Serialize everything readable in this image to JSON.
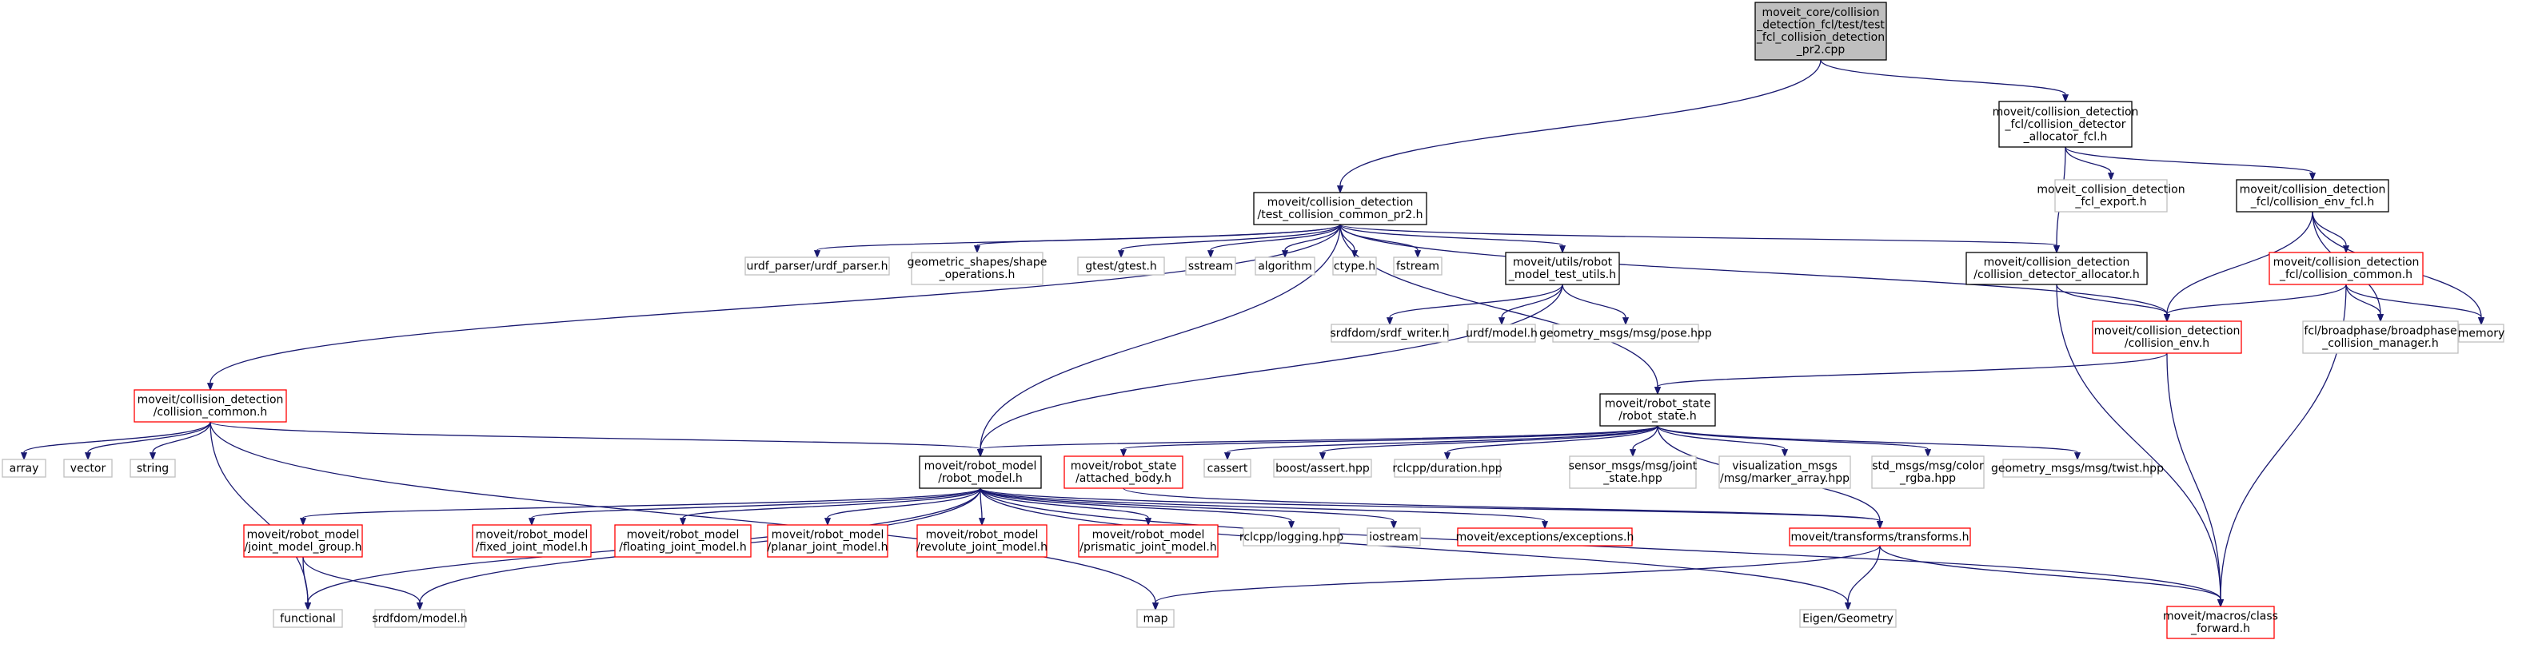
{
  "colors": {
    "edge": "#191970",
    "root_fill": "#bfbfbf",
    "red_border": "#ff0000",
    "grey_border": "#bfbfbf",
    "black_border": "#000000"
  },
  "nodes": [
    {
      "id": "root",
      "kind": "root",
      "lines": [
        "moveit_core/collision",
        "_detection_fcl/test/test",
        "_fcl_collision_detection",
        "_pr2.cpp"
      ]
    },
    {
      "id": "allocfcl",
      "kind": "local",
      "lines": [
        "moveit/collision_detection",
        "_fcl/collision_detector",
        "_allocator_fcl.h"
      ]
    },
    {
      "id": "testcommon",
      "kind": "local",
      "lines": [
        "moveit/collision_detection",
        "/test_collision_common_pr2.h"
      ]
    },
    {
      "id": "fclexport",
      "kind": "ext",
      "lines": [
        "moveit_collision_detection",
        "_fcl_export.h"
      ]
    },
    {
      "id": "envfcl",
      "kind": "local",
      "lines": [
        "moveit/collision_detection",
        "_fcl/collision_env_fcl.h"
      ]
    },
    {
      "id": "urdfparser",
      "kind": "ext",
      "lines": [
        "urdf_parser/urdf_parser.h"
      ]
    },
    {
      "id": "geomshapes",
      "kind": "ext",
      "lines": [
        "geometric_shapes/shape",
        "_operations.h"
      ]
    },
    {
      "id": "gtest",
      "kind": "ext",
      "lines": [
        "gtest/gtest.h"
      ]
    },
    {
      "id": "sstream",
      "kind": "ext",
      "lines": [
        "sstream"
      ]
    },
    {
      "id": "algorithm",
      "kind": "ext",
      "lines": [
        "algorithm"
      ]
    },
    {
      "id": "ctype",
      "kind": "ext",
      "lines": [
        "ctype.h"
      ]
    },
    {
      "id": "fstream",
      "kind": "ext",
      "lines": [
        "fstream"
      ]
    },
    {
      "id": "rmtestutils",
      "kind": "local",
      "lines": [
        "moveit/utils/robot",
        "_model_test_utils.h"
      ]
    },
    {
      "id": "detalloc",
      "kind": "local",
      "lines": [
        "moveit/collision_detection",
        "/collision_detector_allocator.h"
      ]
    },
    {
      "id": "fclcommon",
      "kind": "red",
      "lines": [
        "moveit/collision_detection",
        "_fcl/collision_common.h"
      ]
    },
    {
      "id": "srdfwriter",
      "kind": "ext",
      "lines": [
        "srdfdom/srdf_writer.h"
      ]
    },
    {
      "id": "urdfmodel",
      "kind": "ext",
      "lines": [
        "urdf/model.h"
      ]
    },
    {
      "id": "geopose",
      "kind": "ext",
      "lines": [
        "geometry_msgs/msg/pose.hpp"
      ]
    },
    {
      "id": "collenv",
      "kind": "red",
      "lines": [
        "moveit/collision_detection",
        "/collision_env.h"
      ]
    },
    {
      "id": "broadphase",
      "kind": "ext",
      "lines": [
        "fcl/broadphase/broadphase",
        "_collision_manager.h"
      ]
    },
    {
      "id": "memory",
      "kind": "ext",
      "lines": [
        "memory"
      ]
    },
    {
      "id": "collcommon",
      "kind": "red",
      "lines": [
        "moveit/collision_detection",
        "/collision_common.h"
      ]
    },
    {
      "id": "robotstate",
      "kind": "local",
      "lines": [
        "moveit/robot_state",
        "/robot_state.h"
      ]
    },
    {
      "id": "array",
      "kind": "ext",
      "lines": [
        "array"
      ]
    },
    {
      "id": "vector",
      "kind": "ext",
      "lines": [
        "vector"
      ]
    },
    {
      "id": "string",
      "kind": "ext",
      "lines": [
        "string"
      ]
    },
    {
      "id": "robotmodel",
      "kind": "local",
      "lines": [
        "moveit/robot_model",
        "/robot_model.h"
      ]
    },
    {
      "id": "attached",
      "kind": "red",
      "lines": [
        "moveit/robot_state",
        "/attached_body.h"
      ]
    },
    {
      "id": "cassert",
      "kind": "ext",
      "lines": [
        "cassert"
      ]
    },
    {
      "id": "boostassert",
      "kind": "ext",
      "lines": [
        "boost/assert.hpp"
      ]
    },
    {
      "id": "rclduration",
      "kind": "ext",
      "lines": [
        "rclcpp/duration.hpp"
      ]
    },
    {
      "id": "sensorjoint",
      "kind": "ext",
      "lines": [
        "sensor_msgs/msg/joint",
        "_state.hpp"
      ]
    },
    {
      "id": "vismsgs",
      "kind": "ext",
      "lines": [
        "visualization_msgs",
        "/msg/marker_array.hpp"
      ]
    },
    {
      "id": "stdcolor",
      "kind": "ext",
      "lines": [
        "std_msgs/msg/color",
        "_rgba.hpp"
      ]
    },
    {
      "id": "geotwist",
      "kind": "ext",
      "lines": [
        "geometry_msgs/msg/twist.hpp"
      ]
    },
    {
      "id": "jmg",
      "kind": "red",
      "lines": [
        "moveit/robot_model",
        "/joint_model_group.h"
      ]
    },
    {
      "id": "fixed",
      "kind": "red",
      "lines": [
        "moveit/robot_model",
        "/fixed_joint_model.h"
      ]
    },
    {
      "id": "floating",
      "kind": "red",
      "lines": [
        "moveit/robot_model",
        "/floating_joint_model.h"
      ]
    },
    {
      "id": "planar",
      "kind": "red",
      "lines": [
        "moveit/robot_model",
        "/planar_joint_model.h"
      ]
    },
    {
      "id": "revolute",
      "kind": "red",
      "lines": [
        "moveit/robot_model",
        "/revolute_joint_model.h"
      ]
    },
    {
      "id": "prismatic",
      "kind": "red",
      "lines": [
        "moveit/robot_model",
        "/prismatic_joint_model.h"
      ]
    },
    {
      "id": "rcllogging",
      "kind": "ext",
      "lines": [
        "rclcpp/logging.hpp"
      ]
    },
    {
      "id": "iostream",
      "kind": "ext",
      "lines": [
        "iostream"
      ]
    },
    {
      "id": "exceptions",
      "kind": "red",
      "lines": [
        "moveit/exceptions/exceptions.h"
      ]
    },
    {
      "id": "transforms",
      "kind": "red",
      "lines": [
        "moveit/transforms/transforms.h"
      ]
    },
    {
      "id": "functional",
      "kind": "ext",
      "lines": [
        "functional"
      ]
    },
    {
      "id": "srdfmodel",
      "kind": "ext",
      "lines": [
        "srdfdom/model.h"
      ]
    },
    {
      "id": "map",
      "kind": "ext",
      "lines": [
        "map"
      ]
    },
    {
      "id": "eigengeom",
      "kind": "ext",
      "lines": [
        "Eigen/Geometry"
      ]
    },
    {
      "id": "classforward",
      "kind": "red",
      "lines": [
        "moveit/macros/class",
        "_forward.h"
      ]
    }
  ],
  "edges": [
    [
      "root",
      "allocfcl"
    ],
    [
      "root",
      "testcommon"
    ],
    [
      "allocfcl",
      "fclexport"
    ],
    [
      "allocfcl",
      "envfcl"
    ],
    [
      "allocfcl",
      "detalloc"
    ],
    [
      "envfcl",
      "fclcommon"
    ],
    [
      "envfcl",
      "collenv"
    ],
    [
      "envfcl",
      "broadphase"
    ],
    [
      "envfcl",
      "memory"
    ],
    [
      "fclcommon",
      "collenv"
    ],
    [
      "fclcommon",
      "broadphase"
    ],
    [
      "fclcommon",
      "memory"
    ],
    [
      "fclcommon",
      "classforward"
    ],
    [
      "testcommon",
      "urdfparser"
    ],
    [
      "testcommon",
      "geomshapes"
    ],
    [
      "testcommon",
      "gtest"
    ],
    [
      "testcommon",
      "sstream"
    ],
    [
      "testcommon",
      "algorithm"
    ],
    [
      "testcommon",
      "ctype"
    ],
    [
      "testcommon",
      "fstream"
    ],
    [
      "testcommon",
      "rmtestutils"
    ],
    [
      "testcommon",
      "detalloc"
    ],
    [
      "testcommon",
      "collenv"
    ],
    [
      "testcommon",
      "collcommon"
    ],
    [
      "testcommon",
      "robotmodel"
    ],
    [
      "testcommon",
      "robotstate"
    ],
    [
      "rmtestutils",
      "srdfwriter"
    ],
    [
      "rmtestutils",
      "urdfmodel"
    ],
    [
      "rmtestutils",
      "geopose"
    ],
    [
      "rmtestutils",
      "robotmodel"
    ],
    [
      "detalloc",
      "collenv"
    ],
    [
      "detalloc",
      "classforward"
    ],
    [
      "collenv",
      "robotstate"
    ],
    [
      "collenv",
      "classforward"
    ],
    [
      "collcommon",
      "array"
    ],
    [
      "collcommon",
      "vector"
    ],
    [
      "collcommon",
      "string"
    ],
    [
      "collcommon",
      "robotmodel"
    ],
    [
      "collcommon",
      "functional"
    ],
    [
      "collcommon",
      "map"
    ],
    [
      "robotstate",
      "robotmodel"
    ],
    [
      "robotstate",
      "attached"
    ],
    [
      "robotstate",
      "cassert"
    ],
    [
      "robotstate",
      "boostassert"
    ],
    [
      "robotstate",
      "rclduration"
    ],
    [
      "robotstate",
      "sensorjoint"
    ],
    [
      "robotstate",
      "vismsgs"
    ],
    [
      "robotstate",
      "stdcolor"
    ],
    [
      "robotstate",
      "geotwist"
    ],
    [
      "robotstate",
      "transforms"
    ],
    [
      "robotmodel",
      "jmg"
    ],
    [
      "robotmodel",
      "fixed"
    ],
    [
      "robotmodel",
      "floating"
    ],
    [
      "robotmodel",
      "planar"
    ],
    [
      "robotmodel",
      "revolute"
    ],
    [
      "robotmodel",
      "prismatic"
    ],
    [
      "robotmodel",
      "rcllogging"
    ],
    [
      "robotmodel",
      "iostream"
    ],
    [
      "robotmodel",
      "exceptions"
    ],
    [
      "robotmodel",
      "transforms"
    ],
    [
      "robotmodel",
      "srdfmodel"
    ],
    [
      "robotmodel",
      "eigengeom"
    ],
    [
      "robotmodel",
      "functional"
    ],
    [
      "robotmodel",
      "classforward"
    ],
    [
      "attached",
      "transforms"
    ],
    [
      "jmg",
      "functional"
    ],
    [
      "jmg",
      "srdfmodel"
    ],
    [
      "transforms",
      "map"
    ],
    [
      "transforms",
      "eigengeom"
    ],
    [
      "transforms",
      "classforward"
    ]
  ]
}
